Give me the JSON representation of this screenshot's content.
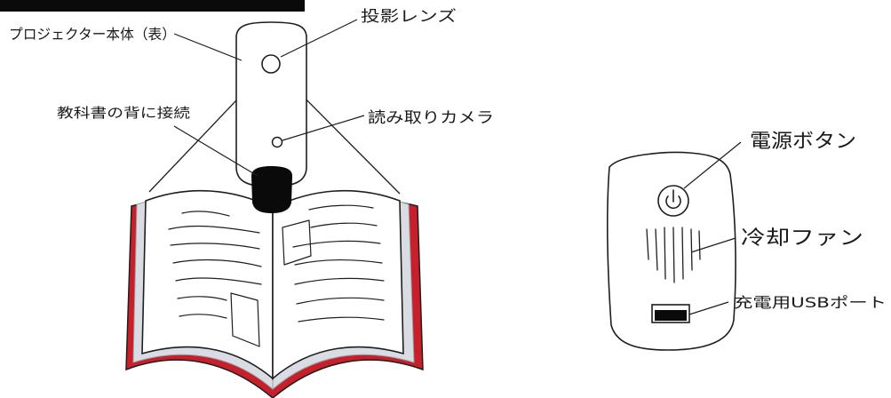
{
  "labels": {
    "projector_front": "プロジェクター本体（表）",
    "lens": "投影レンズ",
    "spine_attach": "教科書の背に接続",
    "reading_camera": "読み取りカメラ",
    "power_button": "電源ボタン",
    "cooling_fan": "冷却ファン",
    "usb_port": "充電用USBポート"
  },
  "colors": {
    "book_cover": "#c8202a",
    "book_edge": "#b8bcc4",
    "outline": "#1e1e1e",
    "clip": "#0a0a0a"
  }
}
